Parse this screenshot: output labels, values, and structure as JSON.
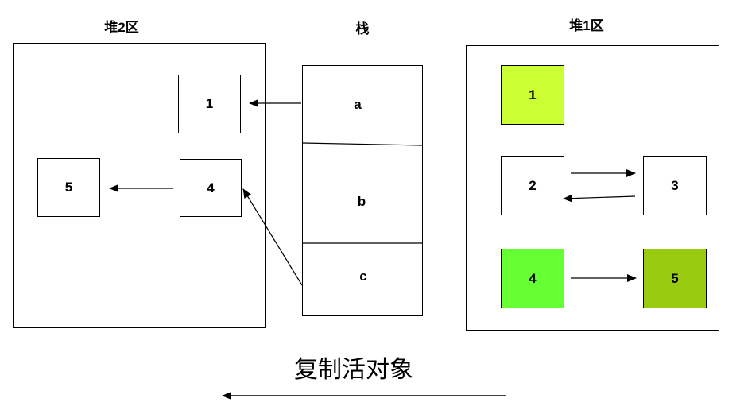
{
  "heap2": {
    "title": "堆2区",
    "objects": {
      "obj1": "1",
      "obj4": "4",
      "obj5": "5"
    }
  },
  "stack": {
    "title": "栈",
    "slots": {
      "a": "a",
      "b": "b",
      "c": "c"
    }
  },
  "heap1": {
    "title": "堆1区",
    "objects": {
      "obj1": "1",
      "obj2": "2",
      "obj3": "3",
      "obj4": "4",
      "obj5": "5"
    },
    "colors": {
      "obj1": "#ccff33",
      "obj4": "#66ff33",
      "obj5": "#99cc11",
      "plain": "#ffffff"
    }
  },
  "caption": "复制活对象"
}
